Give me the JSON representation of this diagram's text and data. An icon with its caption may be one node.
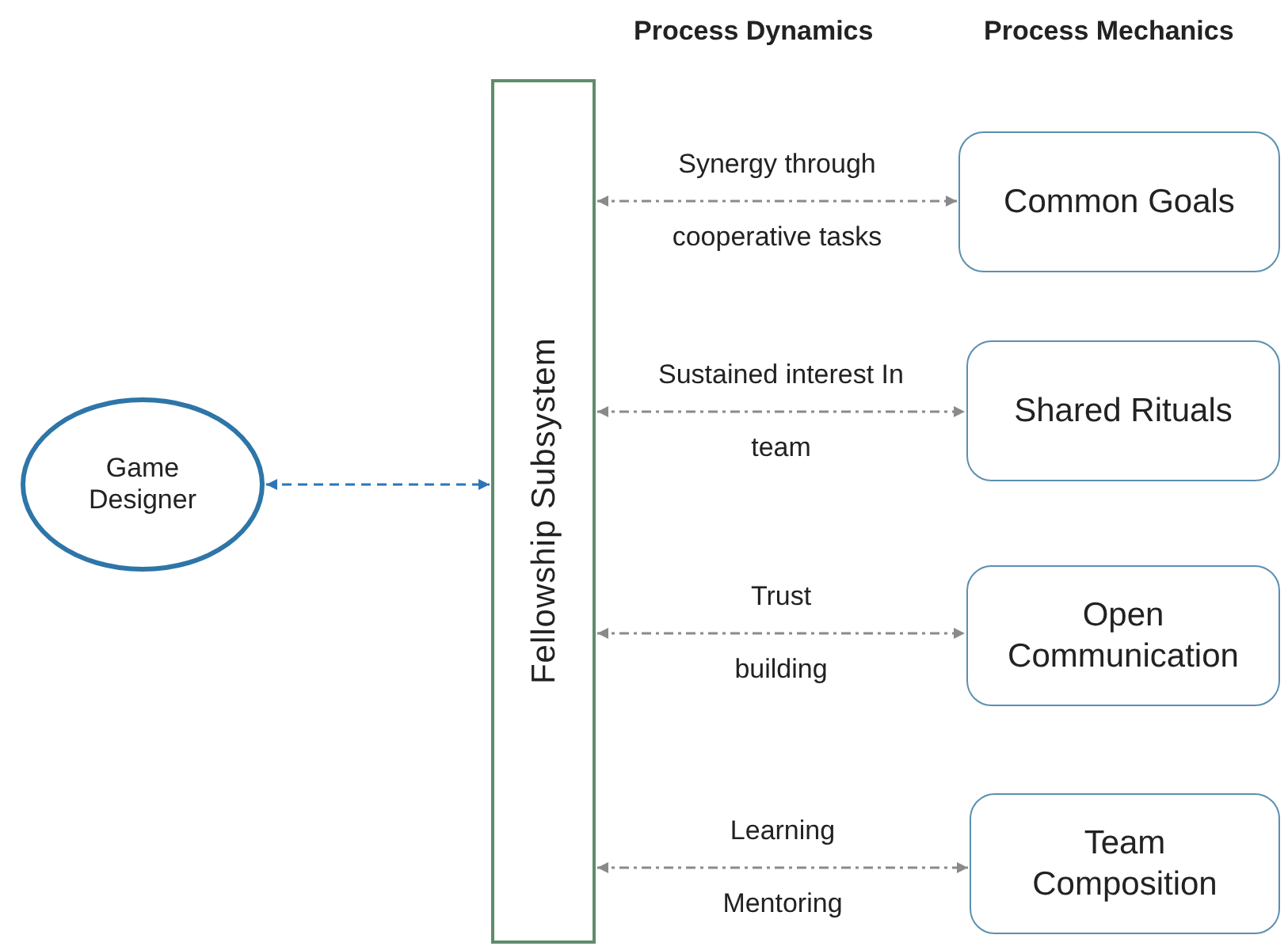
{
  "diagram": {
    "nodes": [
      {
        "text": [
          "Game Designer"
        ]
      },
      {
        "text": [
          "Fellowship Subsystem"
        ]
      },
      {
        "text": [
          "Common Goals"
        ]
      },
      {
        "text": [
          "Shared Rituals"
        ]
      },
      {
        "text": [
          "Open Communication"
        ]
      },
      {
        "text": [
          "Team Composition"
        ]
      }
    ],
    "edges": [
      {
        "from": 0,
        "to": 1,
        "arrow": "both",
        "style": "dashed",
        "color": "#2e75b6"
      },
      {
        "from": 1,
        "to": 2,
        "arrow": "both",
        "style": "dashed",
        "label": "Synergy through cooperative tasks"
      },
      {
        "from": 1,
        "to": 3,
        "arrow": "both",
        "style": "dashed",
        "label": "Sustained interest In team"
      },
      {
        "from": 1,
        "to": 4,
        "arrow": "both",
        "style": "dashed",
        "label": "Trust building"
      },
      {
        "from": 1,
        "to": 5,
        "arrow": "both",
        "style": "dashed",
        "label": "Learning Mentoring"
      }
    ],
    "labels": [
      "Process Dynamics",
      "Process Mechanics"
    ]
  }
}
